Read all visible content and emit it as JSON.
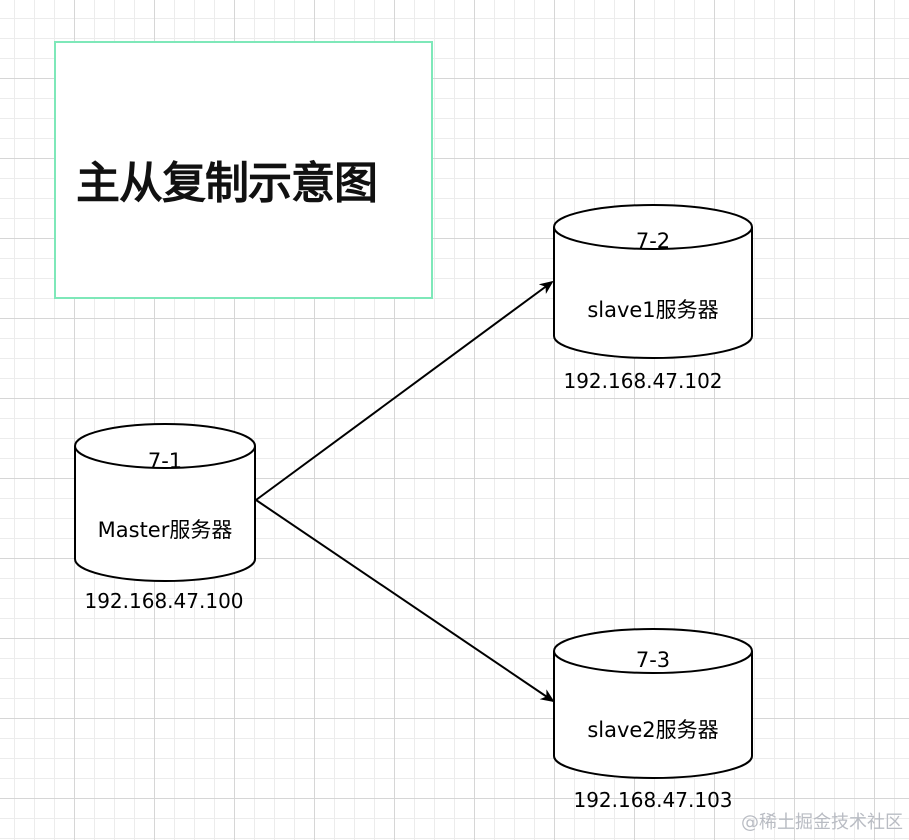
{
  "title": "主从复制示意图",
  "colors": {
    "title_border": "#7ee8b9",
    "stroke": "#000000",
    "grid": "#d6d6d6"
  },
  "nodes": [
    {
      "key": "master",
      "id": "7-1",
      "name": "Master服务器",
      "ip": "192.168.47.100"
    },
    {
      "key": "slave1",
      "id": "7-2",
      "name": "slave1服务器",
      "ip": "192.168.47.102"
    },
    {
      "key": "slave2",
      "id": "7-3",
      "name": "slave2服务器",
      "ip": "192.168.47.103"
    }
  ],
  "edges": [
    {
      "from": "7-1",
      "to": "7-2"
    },
    {
      "from": "7-1",
      "to": "7-3"
    }
  ],
  "watermark": "@稀土掘金技术社区"
}
